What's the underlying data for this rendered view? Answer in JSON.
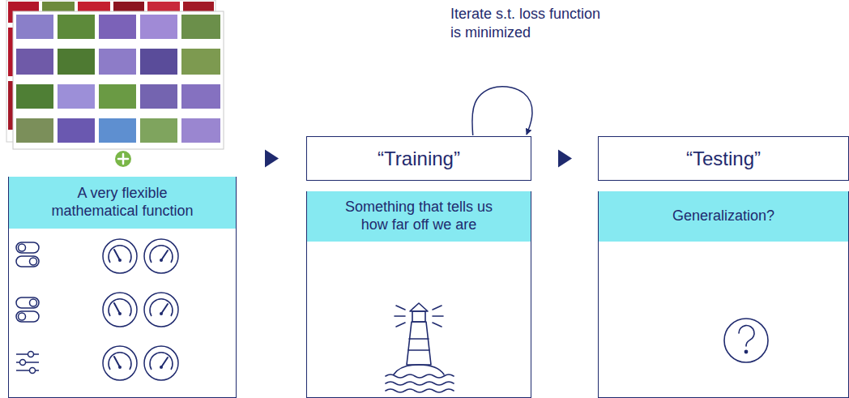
{
  "diagram": {
    "nodes": [
      {
        "text": [
          "A very flexible mathematical function"
        ]
      },
      {
        "text": [
          "“Training”"
        ]
      },
      {
        "text": [
          "Something that tells us how far off we are"
        ]
      },
      {
        "text": [
          "“Testing”"
        ]
      },
      {
        "text": [
          "Generalization?"
        ]
      }
    ],
    "edges": [
      {
        "from": 0,
        "to": 1,
        "arrow": "to"
      },
      {
        "from": 1,
        "to": 1,
        "arrow": "to",
        "label": "Iterate s.t. loss function is minimized"
      },
      {
        "from": 1,
        "to": 3,
        "arrow": "to"
      }
    ]
  }
}
